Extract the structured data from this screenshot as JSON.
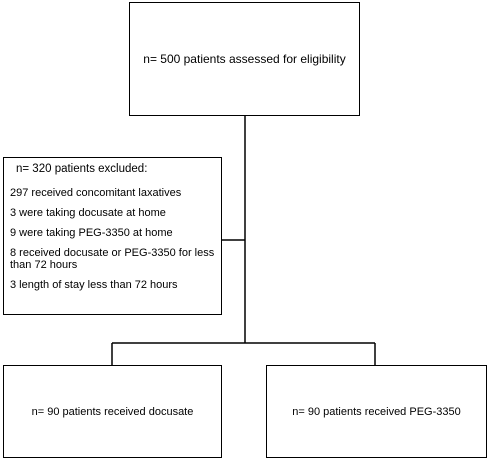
{
  "flowchart": {
    "assessed": "n= 500 patients assessed for eligibility",
    "excluded": {
      "title": "n= 320 patients excluded:",
      "reasons": [
        "297 received concomitant laxatives",
        "3 were taking docusate at home",
        "9 were taking PEG-3350 at home",
        "8 received docusate or PEG-3350 for less than 72 hours",
        "3 length of stay less than 72 hours"
      ]
    },
    "arm_docusate": "n= 90 patients received docusate",
    "arm_peg": "n= 90 patients received PEG-3350"
  }
}
